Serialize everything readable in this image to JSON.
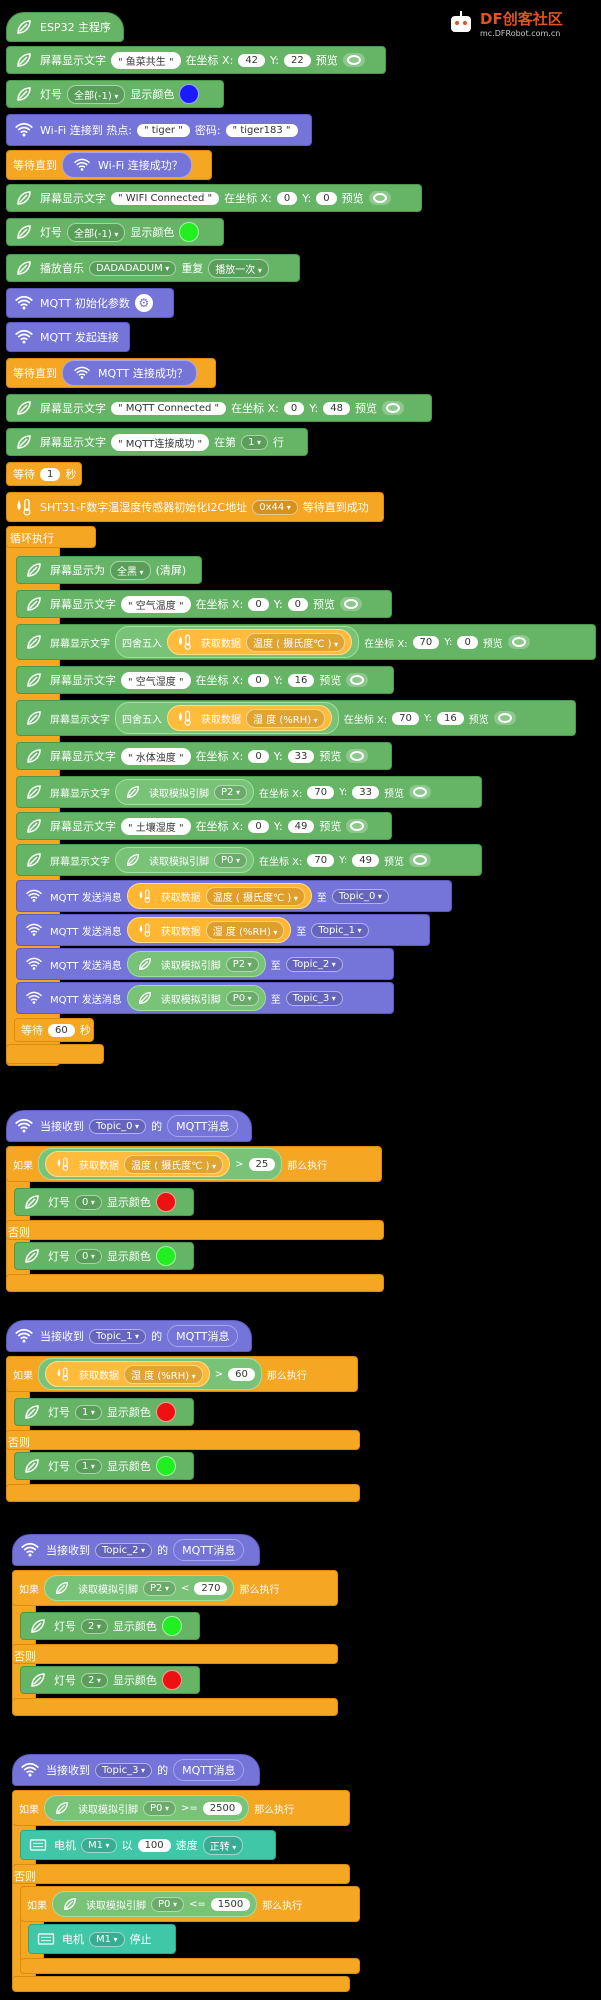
{
  "logo": {
    "brand_df": "DF",
    "brand_cn": "创客社区",
    "url": "mc.DFRobot.com.cn"
  },
  "colors": {
    "blue": "#1a1aff",
    "green": "#22ee22",
    "red": "#ee1111"
  },
  "main": {
    "hat": "ESP32 主程序",
    "b1": {
      "label": "屏幕显示文字",
      "text": "\" 鱼菜共生 \"",
      "at_x": "在坐标 X:",
      "x": "42",
      "y_lbl": "Y:",
      "y": "22",
      "preview": "预览"
    },
    "b2": {
      "label": "灯号",
      "lamp": "全部(-1)",
      "show": "显示颜色"
    },
    "b3": {
      "label": "Wi-Fi 连接到 热点:",
      "ssid": "\" tiger \"",
      "pwd_lbl": "密码:",
      "pwd": "\" tiger183 \""
    },
    "b4": {
      "label": "等待直到",
      "cond": "Wi-Fi 连接成功？"
    },
    "b5": {
      "label": "屏幕显示文字",
      "text": "\" WIFI Connected \"",
      "at_x": "在坐标 X:",
      "x": "0",
      "y_lbl": "Y:",
      "y": "0",
      "preview": "预览"
    },
    "b6": {
      "label": "灯号",
      "lamp": "全部(-1)",
      "show": "显示颜色"
    },
    "b7": {
      "label": "播放音乐",
      "music": "DADADADUM",
      "repeat": "重复",
      "mode": "播放一次"
    },
    "b8": {
      "label": "MQTT 初始化参数"
    },
    "b9": {
      "label": "MQTT 发起连接"
    },
    "b10": {
      "label": "等待直到",
      "cond": "MQTT 连接成功？"
    },
    "b11": {
      "label": "屏幕显示文字",
      "text": "\" MQTT Connected \"",
      "at_x": "在坐标 X:",
      "x": "0",
      "y_lbl": "Y:",
      "y": "48",
      "preview": "预览"
    },
    "b12": {
      "label": "屏幕显示文字",
      "text": "\" MQTT连接成功 \"",
      "at_row": "在第",
      "row": "1",
      "row_lbl": "行"
    },
    "b13": {
      "label": "等待",
      "val": "1",
      "unit": "秒"
    },
    "b14": {
      "label": "SHT31-F数字温湿度传感器初始化I2C地址",
      "addr": "0x44",
      "tail": "等待直到成功"
    },
    "loop": "循环执行",
    "l1": {
      "label": "屏幕显示为",
      "color": "全黑",
      "tail": "(清屏)"
    },
    "l2": {
      "label": "屏幕显示文字",
      "text": "\" 空气温度 \"",
      "at_x": "在坐标 X:",
      "x": "0",
      "y_lbl": "Y:",
      "y": "0",
      "preview": "预览"
    },
    "l3": {
      "label": "屏幕显示文字",
      "round": "四舍五入",
      "get": "获取数据",
      "field": "温度 ( 摄氏度℃ )",
      "at_x": "在坐标 X:",
      "x": "70",
      "y_lbl": "Y:",
      "y": "0",
      "preview": "预览"
    },
    "l4": {
      "label": "屏幕显示文字",
      "text": "\" 空气湿度 \"",
      "at_x": "在坐标 X:",
      "x": "0",
      "y_lbl": "Y:",
      "y": "16",
      "preview": "预览"
    },
    "l5": {
      "label": "屏幕显示文字",
      "round": "四舍五入",
      "get": "获取数据",
      "field": "湿 度 (%RH)",
      "at_x": "在坐标 X:",
      "x": "70",
      "y_lbl": "Y:",
      "y": "16",
      "preview": "预览"
    },
    "l6": {
      "label": "屏幕显示文字",
      "text": "\" 水体浊度 \"",
      "at_x": "在坐标 X:",
      "x": "0",
      "y_lbl": "Y:",
      "y": "33",
      "preview": "预览"
    },
    "l7": {
      "label": "屏幕显示文字",
      "read": "读取模拟引脚",
      "pin": "P2",
      "at_x": "在坐标 X:",
      "x": "70",
      "y_lbl": "Y:",
      "y": "33",
      "preview": "预览"
    },
    "l8": {
      "label": "屏幕显示文字",
      "text": "\" 土壤湿度 \"",
      "at_x": "在坐标 X:",
      "x": "0",
      "y_lbl": "Y:",
      "y": "49",
      "preview": "预览"
    },
    "l9": {
      "label": "屏幕显示文字",
      "read": "读取模拟引脚",
      "pin": "P0",
      "at_x": "在坐标 X:",
      "x": "70",
      "y_lbl": "Y:",
      "y": "49",
      "preview": "预览"
    },
    "m1": {
      "label": "MQTT 发送消息",
      "get": "获取数据",
      "field": "温度 ( 摄氏度℃ )",
      "to": "至",
      "topic": "Topic_0"
    },
    "m2": {
      "label": "MQTT 发送消息",
      "get": "获取数据",
      "field": "湿 度 (%RH)",
      "to": "至",
      "topic": "Topic_1"
    },
    "m3": {
      "label": "MQTT 发送消息",
      "read": "读取模拟引脚",
      "pin": "P2",
      "to": "至",
      "topic": "Topic_2"
    },
    "m4": {
      "label": "MQTT 发送消息",
      "read": "读取模拟引脚",
      "pin": "P0",
      "to": "至",
      "topic": "Topic_3"
    },
    "w": {
      "label": "等待",
      "val": "60",
      "unit": "秒"
    }
  },
  "events": [
    {
      "recv": "当接收到",
      "topic": "Topic_0",
      "of": "的",
      "msg": "MQTT消息",
      "if": "如果",
      "get": "获取数据",
      "field": "温度 ( 摄氏度℃ )",
      "op": ">",
      "val": "25",
      "then": "那么执行",
      "lamp1": "灯号",
      "idx1": "0",
      "show": "显示颜色",
      "else": "否则",
      "lamp2": "灯号",
      "idx2": "0"
    },
    {
      "recv": "当接收到",
      "topic": "Topic_1",
      "of": "的",
      "msg": "MQTT消息",
      "if": "如果",
      "get": "获取数据",
      "field": "湿 度 (%RH)",
      "op": ">",
      "val": "60",
      "then": "那么执行",
      "lamp1": "灯号",
      "idx1": "1",
      "show": "显示颜色",
      "else": "否则",
      "lamp2": "灯号",
      "idx2": "1"
    },
    {
      "recv": "当接收到",
      "topic": "Topic_2",
      "of": "的",
      "msg": "MQTT消息",
      "if": "如果",
      "read": "读取模拟引脚",
      "pin": "P2",
      "op": "<",
      "val": "270",
      "then": "那么执行",
      "lamp1": "灯号",
      "idx1": "2",
      "show": "显示颜色",
      "else": "否则",
      "lamp2": "灯号",
      "idx2": "2"
    },
    {
      "recv": "当接收到",
      "topic": "Topic_3",
      "of": "的",
      "msg": "MQTT消息",
      "if": "如果",
      "read": "读取模拟引脚",
      "pin": "P0",
      "op": ">=",
      "val": "2500",
      "then": "那么执行",
      "motor": "电机",
      "m": "M1",
      "with": "以",
      "speed": "100",
      "speed_lbl": "速度",
      "dir": "正转",
      "else": "否则",
      "if2": "如果",
      "op2": "<=",
      "val2": "1500",
      "then2": "那么执行",
      "motor2": "电机",
      "stop": "停止"
    }
  ]
}
